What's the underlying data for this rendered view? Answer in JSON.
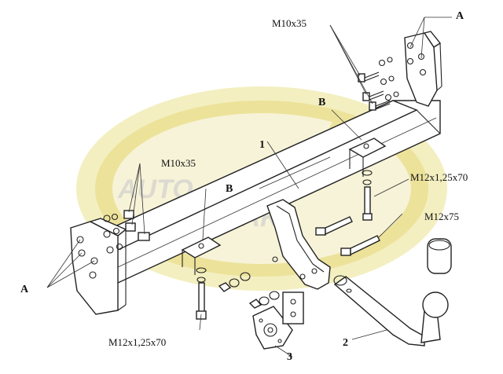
{
  "watermark": {
    "text_left": "AUTO",
    "text_right": "HAK",
    "colors": {
      "outer": "#f3efc0",
      "ring": "#ece29a",
      "inner": "#f7f3d8",
      "text": "#dcdad0"
    }
  },
  "labels": {
    "a_top": "A",
    "a_left": "A",
    "b_top": "B",
    "b_left": "B",
    "part1": "1",
    "part2": "2",
    "part3": "3",
    "bolt_top": "M10x35",
    "bolt_left": "M10x35",
    "bolt_right_top": "M12x1,25x70",
    "bolt_right_mid": "M12x75",
    "bolt_bottom": "M12x1,25x70"
  }
}
